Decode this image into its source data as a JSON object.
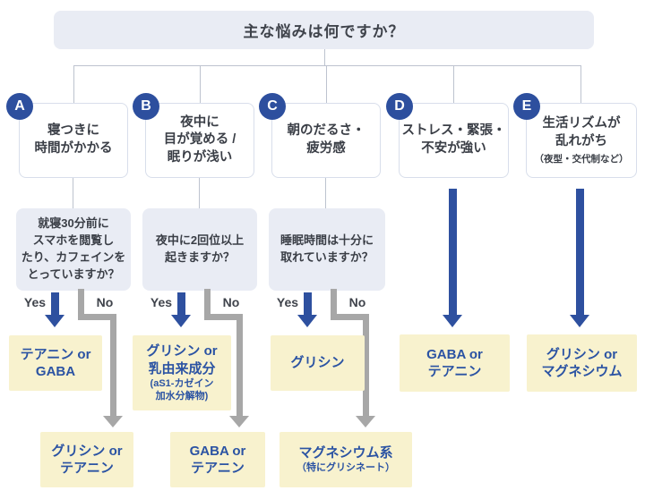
{
  "title": "主な悩みは何ですか？",
  "colors": {
    "accent_blue": "#2d4f9e",
    "result_text_blue": "#2b53a3",
    "gray_arrow": "#a7a7a7",
    "panel_bg": "#e9ecf4",
    "result_bg": "#f8f2ce",
    "connector_line": "#bdc3cf",
    "text_dark": "#3a3e46"
  },
  "columns": [
    {
      "badge": "A",
      "label": "寝つきに\n時間がかかる",
      "question": "就寝30分前に\nスマホを閲覧し\nたり、カフェインを\nとっていますか？",
      "yes_label": "Yes",
      "no_label": "No",
      "yes_result": "テアニン or\nGABA",
      "no_result": "グリシン or\nテアニン"
    },
    {
      "badge": "B",
      "label": "夜中に\n目が覚める /\n眠りが浅い",
      "question": "夜中に2回位以上\n起きますか？",
      "yes_label": "Yes",
      "no_label": "No",
      "yes_result": "グリシン or\n乳由来成分",
      "yes_result_note": "(aS1-カゼイン\n加水分解物)",
      "no_result": "GABA or\nテアニン"
    },
    {
      "badge": "C",
      "label": "朝のだるさ・\n疲労感",
      "question": "睡眠時間は十分に\n取れていますか？",
      "yes_label": "Yes",
      "no_label": "No",
      "yes_result": "グリシン",
      "no_result": "マグネシウム系",
      "no_result_note": "（特にグリシネート）"
    },
    {
      "badge": "D",
      "label": "ストレス・緊張・\n不安が強い",
      "result": "GABA or\nテアニン"
    },
    {
      "badge": "E",
      "label": "生活リズムが\n乱れがち",
      "label_note": "（夜型・交代制など）",
      "result": "グリシン or\nマグネシウム"
    }
  ]
}
